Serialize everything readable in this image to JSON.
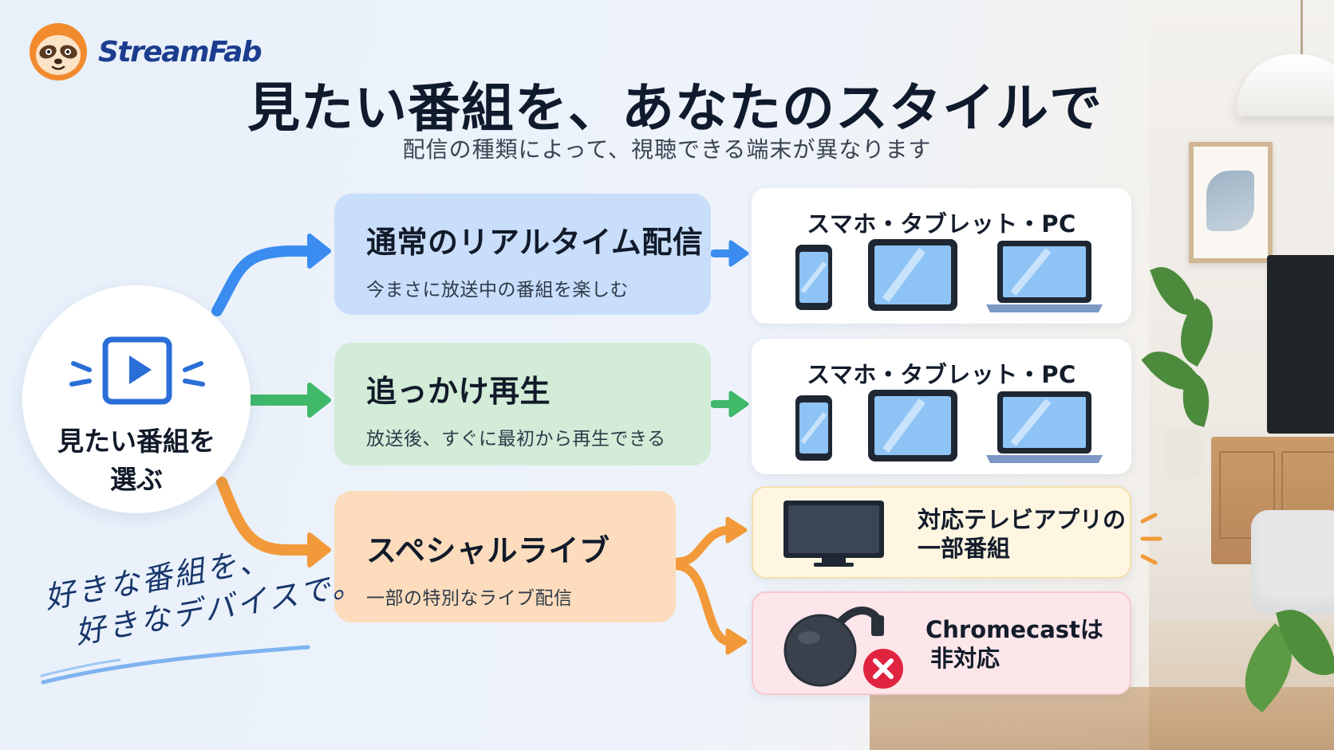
{
  "brand": {
    "name": "StreamFab",
    "logo": "sloth-logo-icon"
  },
  "header": {
    "title": "見たい番組を、あなたのスタイルで",
    "subtitle": "配信の種類によって、視聴できる端末が異なります"
  },
  "start": {
    "label_line1": "見たい番組を",
    "label_line2": "選ぶ",
    "icon": "play-video-icon"
  },
  "flows": [
    {
      "title": "通常のリアルタイム配信",
      "subtitle": "今まさに放送中の番組を楽しむ",
      "color": "#3b8cf0"
    },
    {
      "title": "追っかけ再生",
      "subtitle": "放送後、すぐに最初から再生できる",
      "color": "#3fb86a"
    },
    {
      "title": "スペシャルライブ",
      "subtitle": "一部の特別なライブ配信",
      "color": "#f29a3a"
    }
  ],
  "devices": {
    "panel1": {
      "heading": "スマホ・タブレット・PC",
      "icons": [
        "smartphone-icon",
        "tablet-icon",
        "laptop-icon"
      ]
    },
    "panel2": {
      "heading": "スマホ・タブレット・PC",
      "icons": [
        "smartphone-icon",
        "tablet-icon",
        "laptop-icon"
      ]
    },
    "panel3": {
      "line1": "対応テレビアプリの",
      "line2": "一部番組",
      "icon": "tv-icon",
      "accent": "#f29a3a"
    },
    "panel4": {
      "line1": "Chromecastは",
      "line2": "非対応",
      "icon": "chromecast-icon",
      "badge_icon": "cross-icon",
      "accent": "#e0243f"
    }
  },
  "note": {
    "line1": "好きな番組を、",
    "line2": "好きなデバイスで。"
  }
}
